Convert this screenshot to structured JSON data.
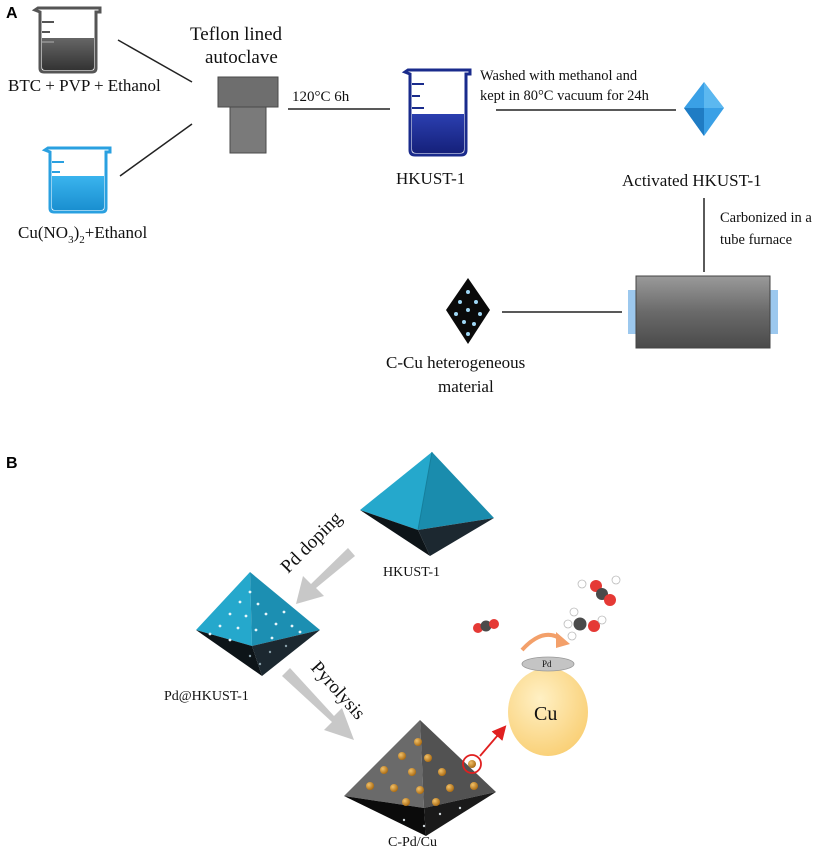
{
  "panel_a": {
    "label": "A",
    "reagent_1": "BTC + PVP + Ethanol",
    "reagent_2_base": "Cu(NO",
    "reagent_2_sub": "3",
    "reagent_2_mid": ")",
    "reagent_2_sub2": "2",
    "reagent_2_tail": "+Ethanol",
    "autoclave_line1": "Teflon lined",
    "autoclave_line2": "autoclave",
    "condition_1": "120°C 6h",
    "product_1": "HKUST-1",
    "wash_line1": "Washed with methanol and",
    "wash_line2": "kept in 80°C vacuum for 24h",
    "product_2": "Activated HKUST-1",
    "carbon_line1": "Carbonized in a",
    "carbon_line2": "tube furnace",
    "product_3_line1": "C-Cu heterogeneous",
    "product_3_line2": "material",
    "colors": {
      "dark_beaker_fill": "#4a4a4a",
      "blue_beaker_fill": "#1e9ad8",
      "navy_beaker_fill": "#1a2b8c",
      "diamond": "#2f8fd8",
      "autoclave": "#6e6e6e",
      "furnace": "#707070",
      "furnace_cap": "#9cc8ee"
    }
  },
  "panel_b": {
    "label": "B",
    "hkust": "HKUST-1",
    "pd_doping": "Pd doping",
    "pd_hkust": "Pd@HKUST-1",
    "pyrolysis": "Pyrolysis",
    "product": "C-Pd/Cu",
    "cu": "Cu",
    "pd": "Pd",
    "colors": {
      "octa_top": "#1f9cc0",
      "octa_bottom": "#101c22",
      "carbon_top": "#5c5c5c",
      "pd_particle": "#c98a1e",
      "cu_sphere": "#fcd988",
      "arrow_gray": "#c8c8c8",
      "red_arrow": "#e02020",
      "curve_arrow": "#f3a06a"
    }
  }
}
